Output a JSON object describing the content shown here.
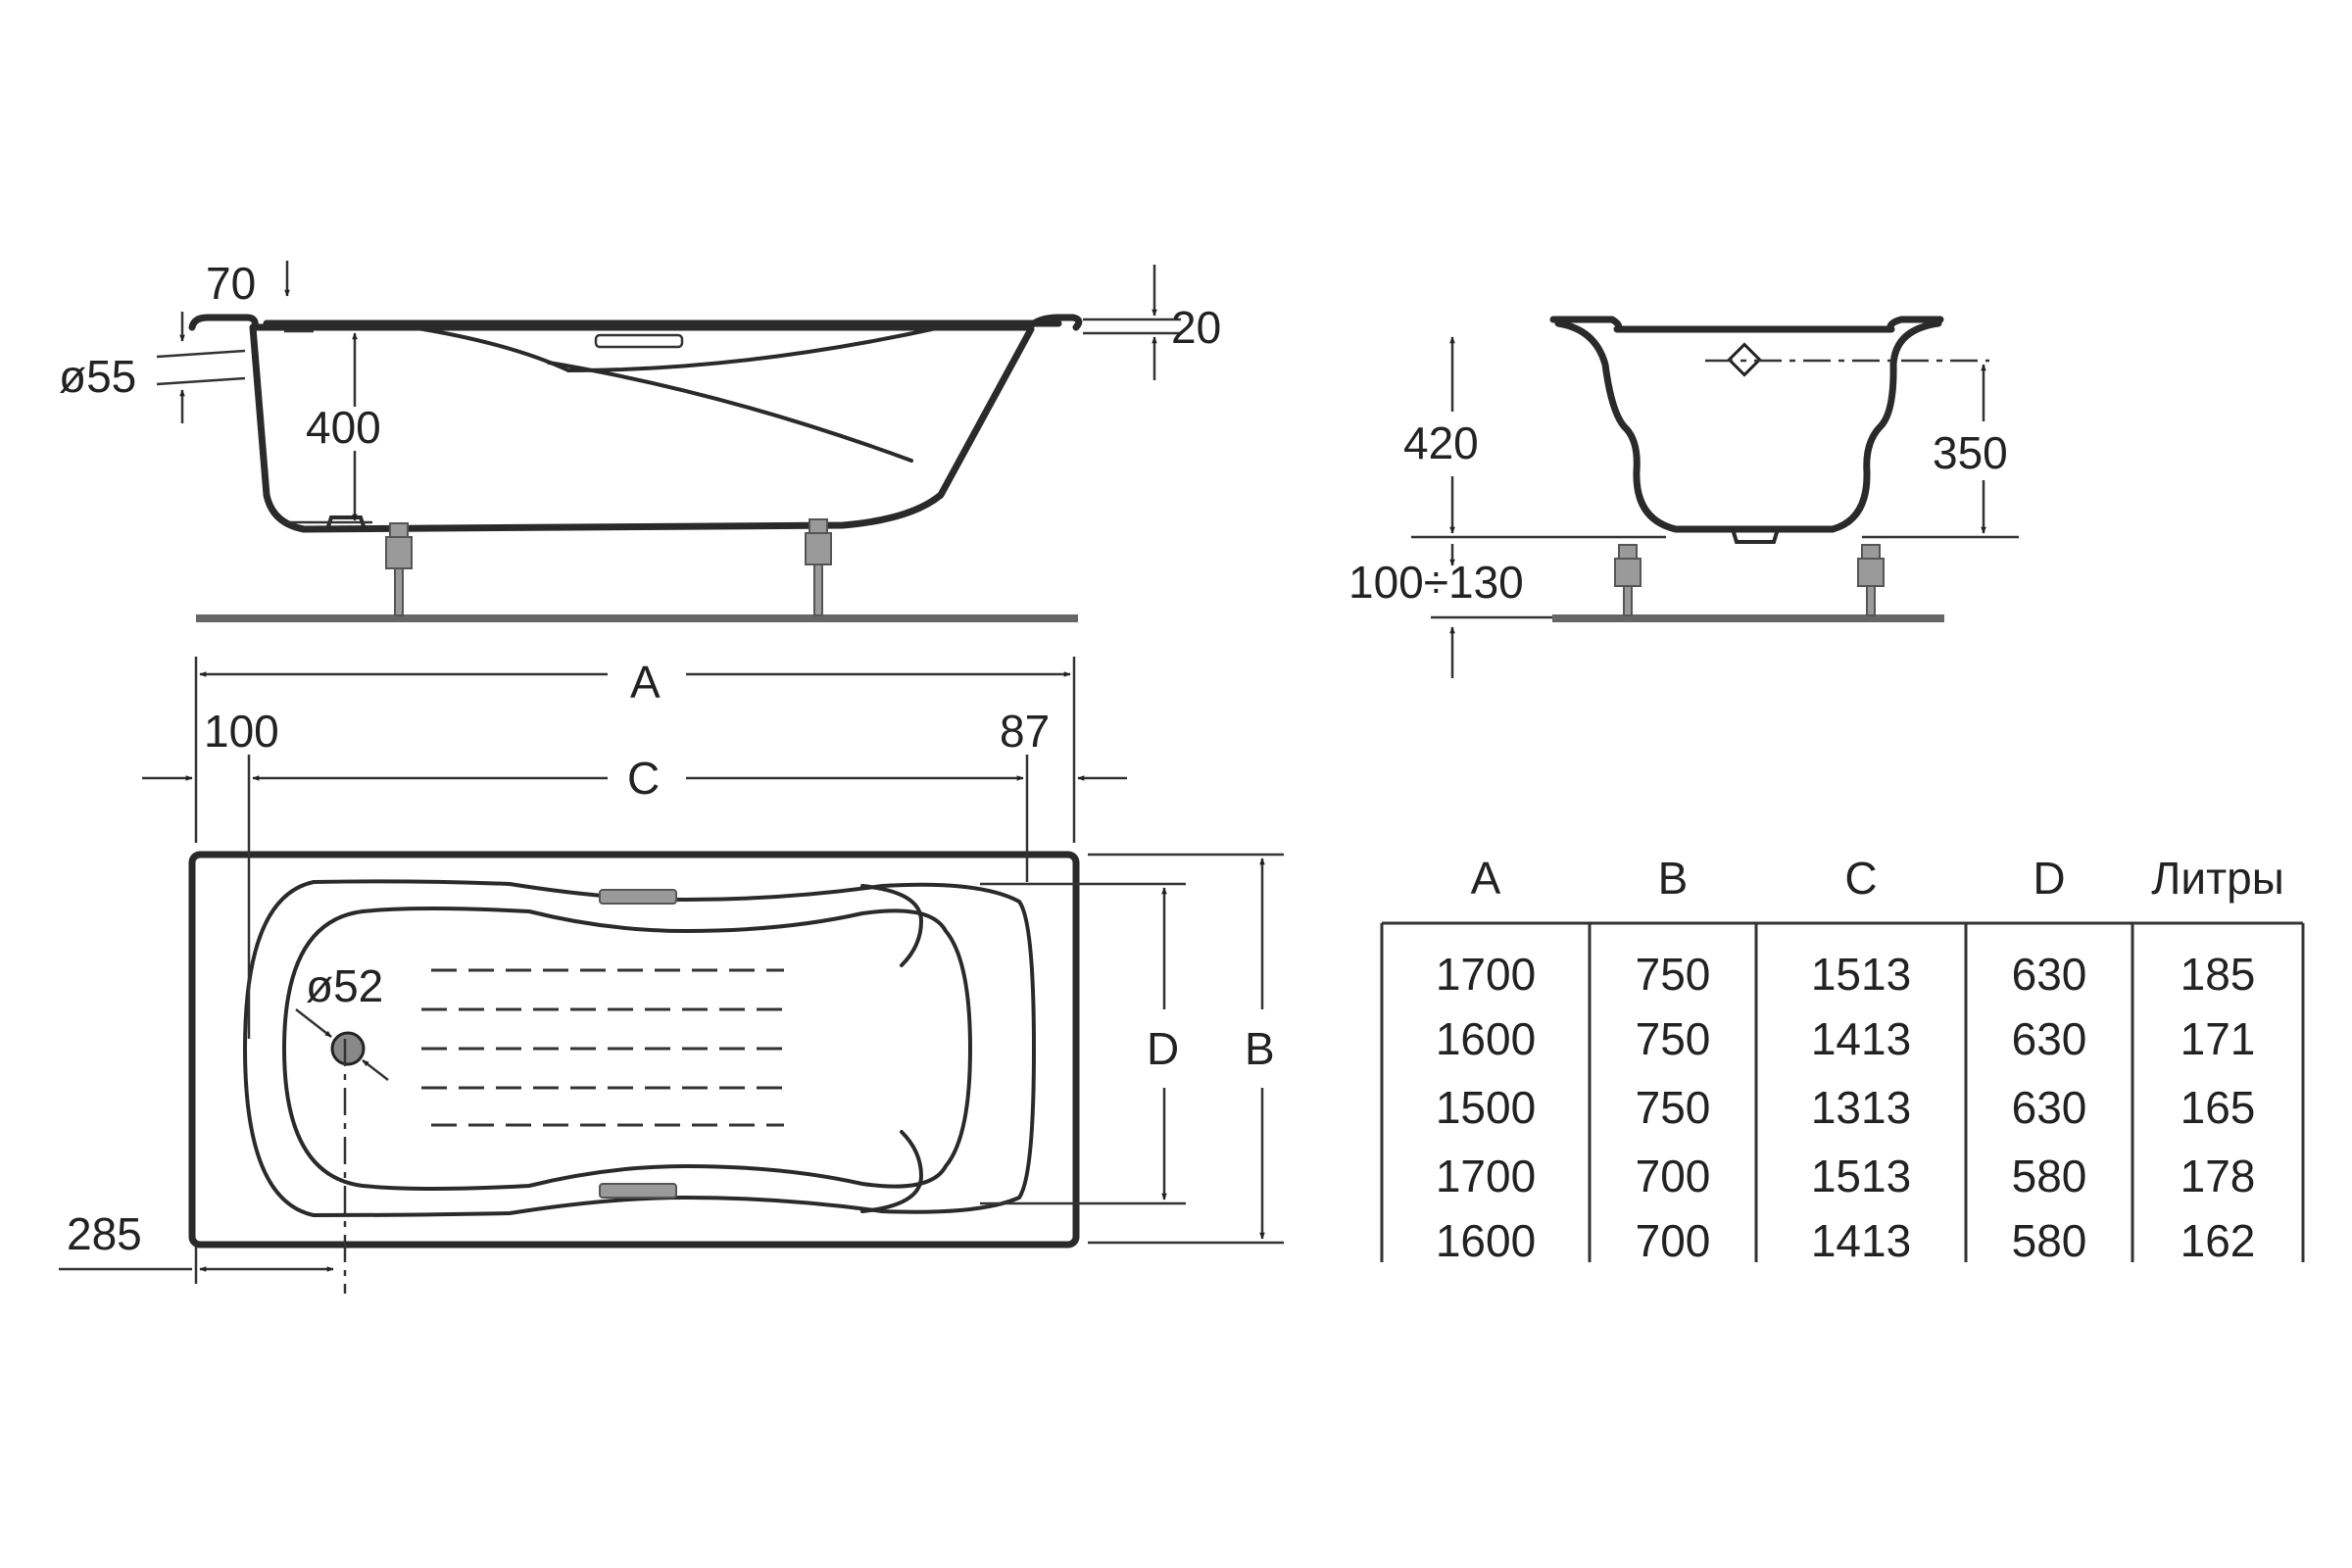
{
  "side_view": {
    "dim_rim_thickness": "70",
    "dim_overflow_diameter": "ø55",
    "dim_inner_depth": "400",
    "dim_lip": "20"
  },
  "end_view": {
    "dim_height": "420",
    "dim_overflow_height": "350",
    "dim_leg_range": "100÷130"
  },
  "top_view": {
    "dim_overall_length": "A",
    "dim_inner_length": "C",
    "dim_left_offset": "100",
    "dim_right_offset": "87",
    "dim_drain_diameter": "ø52",
    "dim_inner_width": "D",
    "dim_overall_width": "B",
    "dim_drain_position": "285"
  },
  "table": {
    "headers": [
      "A",
      "B",
      "C",
      "D",
      "Литры"
    ],
    "rows": [
      [
        "1700",
        "750",
        "1513",
        "630",
        "185"
      ],
      [
        "1600",
        "750",
        "1413",
        "630",
        "171"
      ],
      [
        "1500",
        "750",
        "1313",
        "630",
        "165"
      ],
      [
        "1700",
        "700",
        "1513",
        "580",
        "178"
      ],
      [
        "1600",
        "700",
        "1413",
        "580",
        "162"
      ]
    ]
  }
}
